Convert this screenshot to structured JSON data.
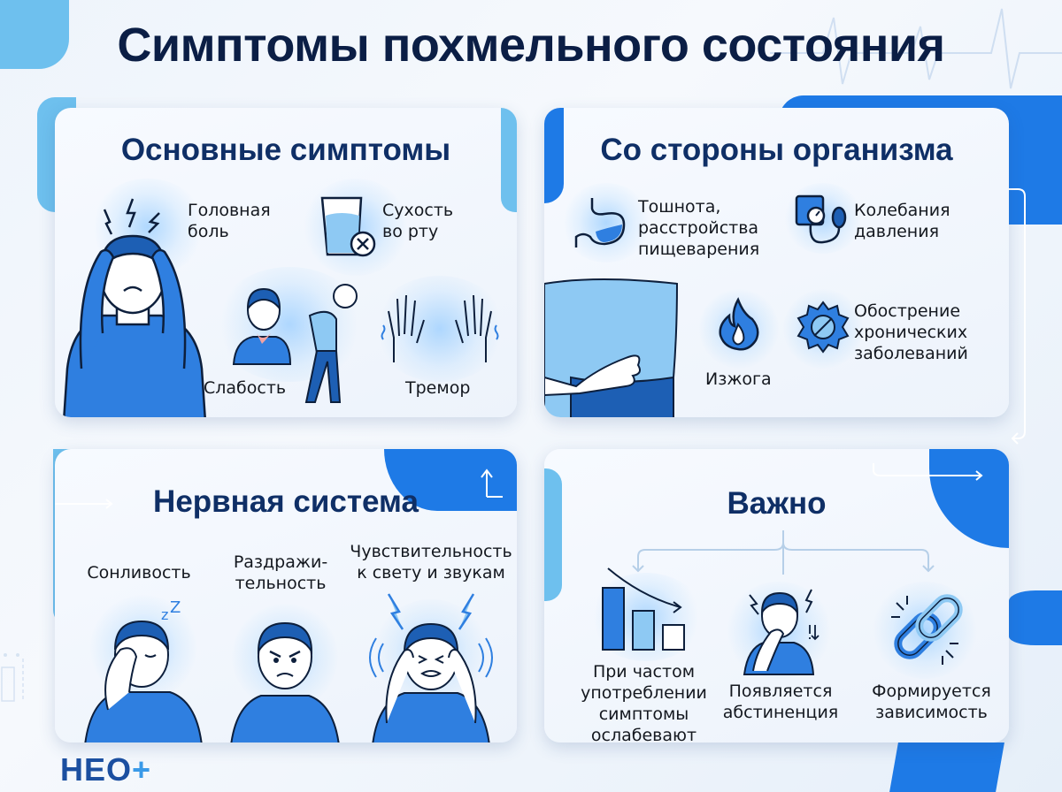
{
  "title": "Симптомы похмельного состояния",
  "colors": {
    "title": "#0b1e45",
    "card_title": "#0f2f66",
    "accent_blue": "#1e7ae6",
    "accent_light": "#6ec0ee",
    "icon_fill": "#2f7fe0",
    "icon_fill_light": "#8ec9f3",
    "outline": "#0d1f3c"
  },
  "cards": {
    "main": {
      "title": "Основные симптомы",
      "items": [
        {
          "label": "Головная\nболь",
          "icon": "headache-person-icon"
        },
        {
          "label": "Сухость\nво рту",
          "icon": "empty-glass-icon"
        },
        {
          "label": "Слабость",
          "icon": "weak-person-icon"
        },
        {
          "label": "Тремор",
          "icon": "shaking-hands-icon"
        }
      ]
    },
    "body": {
      "title": "Со стороны организма",
      "items": [
        {
          "label": "Тошнота,\nрасстройства\nпищеварения",
          "icon": "stomach-icon"
        },
        {
          "label": "Колебания\nдавления",
          "icon": "blood-pressure-monitor-icon"
        },
        {
          "label": "Изжога",
          "icon": "flame-icon"
        },
        {
          "label": "Обострение\nхронических\nзаболеваний",
          "icon": "gear-icon"
        }
      ]
    },
    "nervous": {
      "title": "Нервная система",
      "items": [
        {
          "label": "Сонливость",
          "icon": "sleepy-person-icon"
        },
        {
          "label": "Раздражи-\nтельность",
          "icon": "angry-person-icon"
        },
        {
          "label": "Чувствительность\nк свету и звукам",
          "icon": "covering-ears-person-icon"
        }
      ]
    },
    "important": {
      "title": "Важно",
      "items": [
        {
          "label": "При частом\nупотреблении\nсимптомы\nослабевают",
          "icon": "decreasing-bars-icon"
        },
        {
          "label": "Появляется\nабстиненция",
          "icon": "withdrawal-person-icon"
        },
        {
          "label": "Формируется\nзависимость",
          "icon": "chain-link-icon"
        }
      ]
    }
  },
  "logo": {
    "text": "НЕО",
    "plus": "+"
  }
}
